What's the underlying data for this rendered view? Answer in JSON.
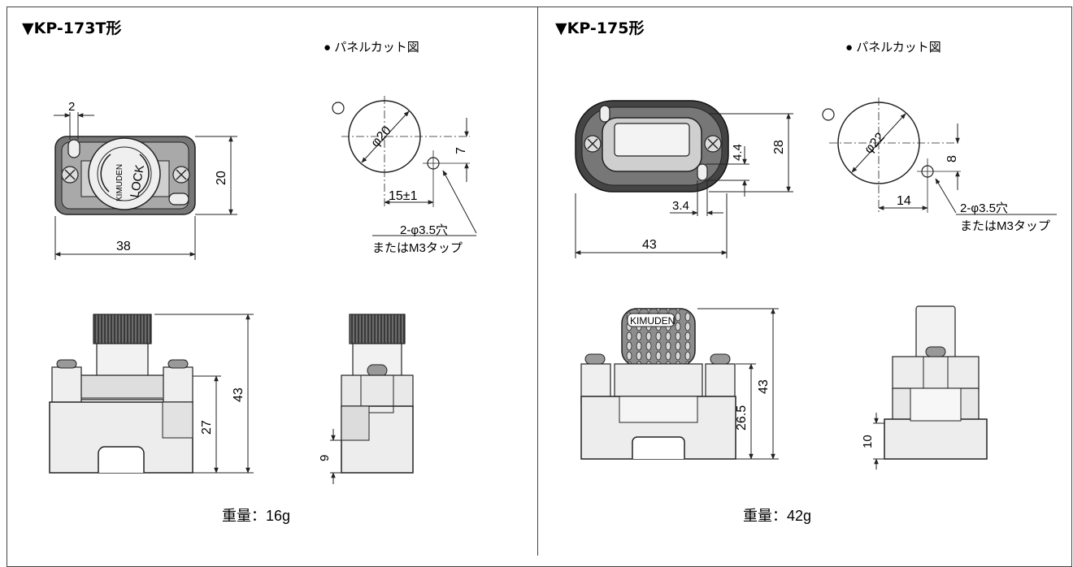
{
  "left": {
    "title": "▼KP-173T形",
    "panel_cut_title": "● パネルカット図",
    "dims": {
      "d2": "2",
      "d20": "20",
      "d38": "38",
      "d_phi20": "φ20",
      "d7": "7",
      "d15": "15±1",
      "d43": "43",
      "d27": "27",
      "d9": "9"
    },
    "hole_note_1": "2-φ3.5穴",
    "hole_note_2": "またはM3タップ",
    "knob_text_1": "KIMUDEN",
    "knob_text_2": "LOCK",
    "weight": "重量：16g"
  },
  "right": {
    "title": "▼KP-175形",
    "panel_cut_title": "● パネルカット図",
    "dims": {
      "d28": "28",
      "d4_4": "4.4",
      "d3_4": "3.4",
      "d43_w": "43",
      "d_phi22": "φ22",
      "d8": "8",
      "d14": "14",
      "d43_h": "43",
      "d26_5": "26.5",
      "d10": "10"
    },
    "hole_note_1": "2-φ3.5穴",
    "hole_note_2": "またはM3タップ",
    "brand_text": "KIMUDEN",
    "weight": "重量：42g"
  }
}
